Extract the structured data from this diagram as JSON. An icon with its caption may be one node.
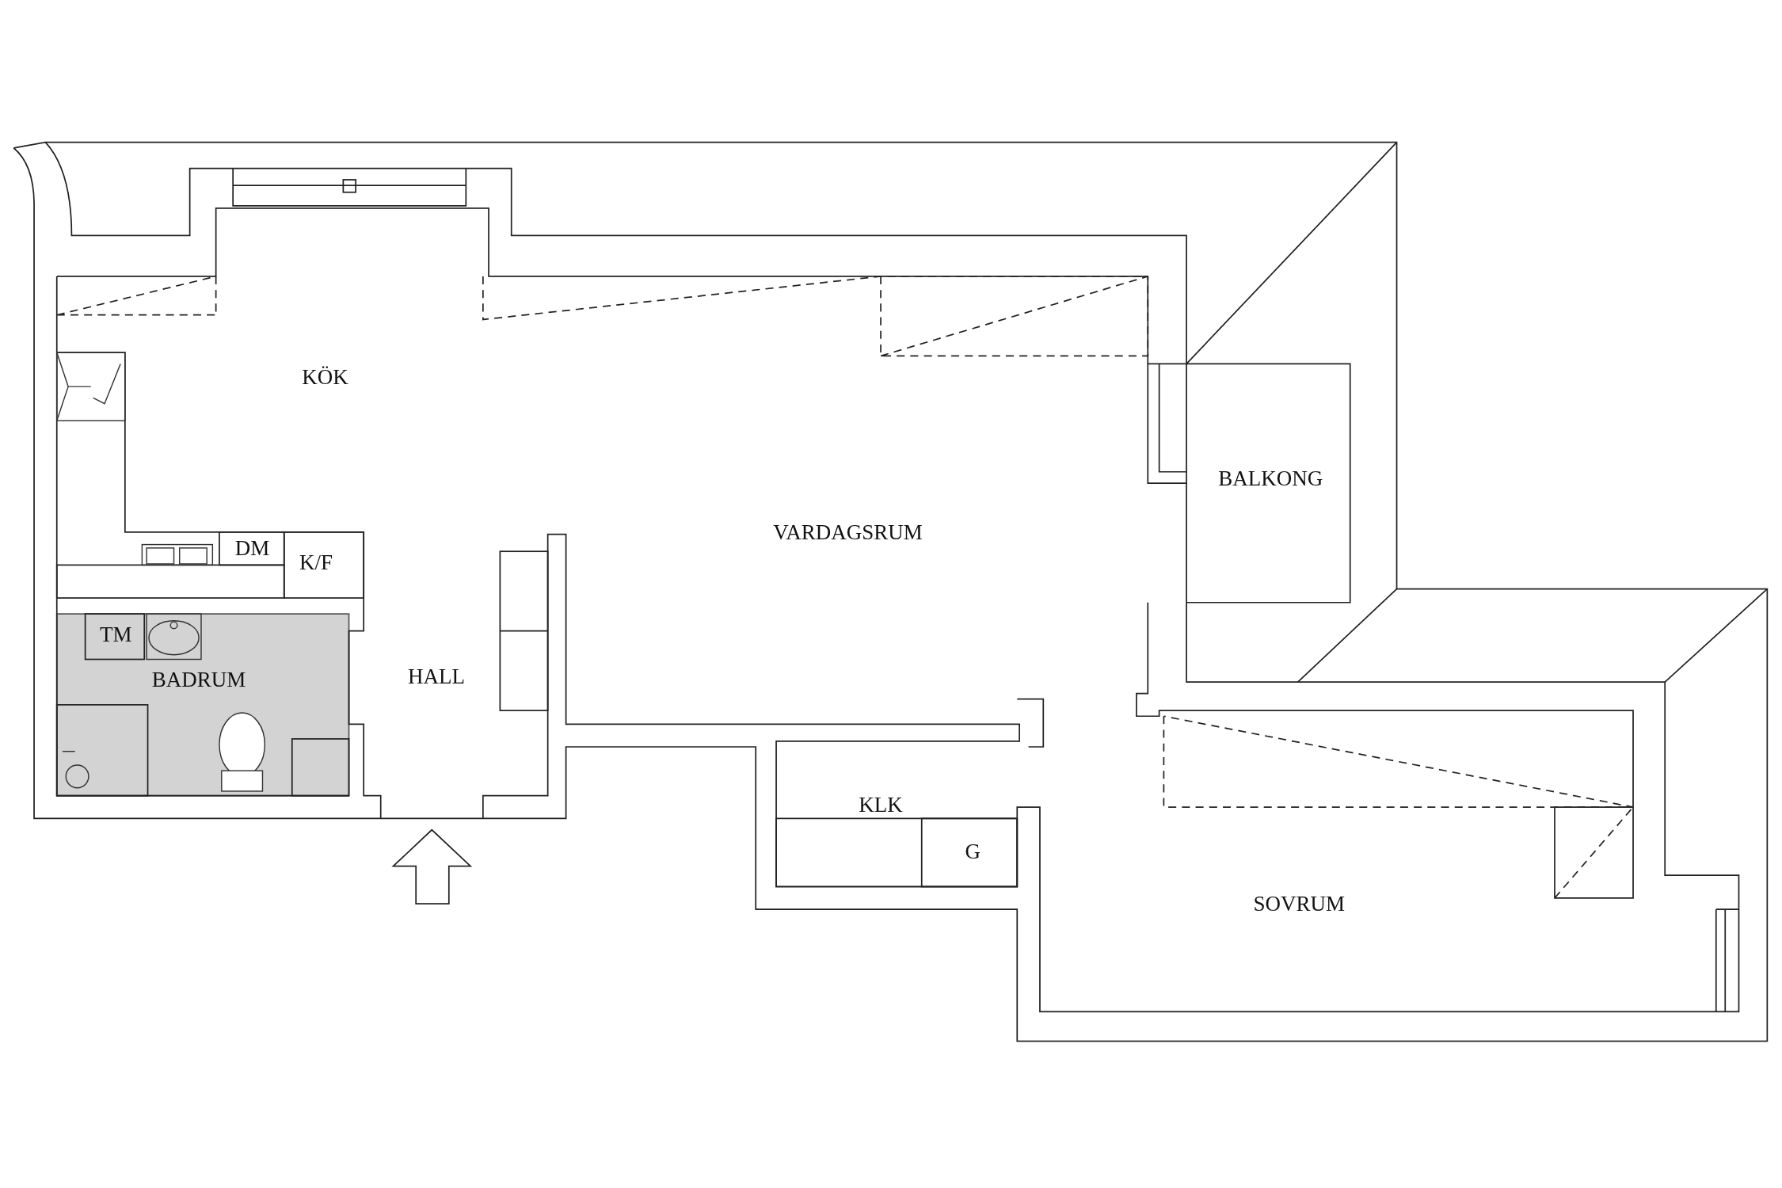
{
  "diagram": {
    "labels": [
      "KÖK",
      "BALKONG",
      "VARDAGSRUM",
      "DM",
      "K/F",
      "TM",
      "HALL",
      "BADRUM",
      "KLK",
      "G",
      "SOVRUM"
    ]
  }
}
